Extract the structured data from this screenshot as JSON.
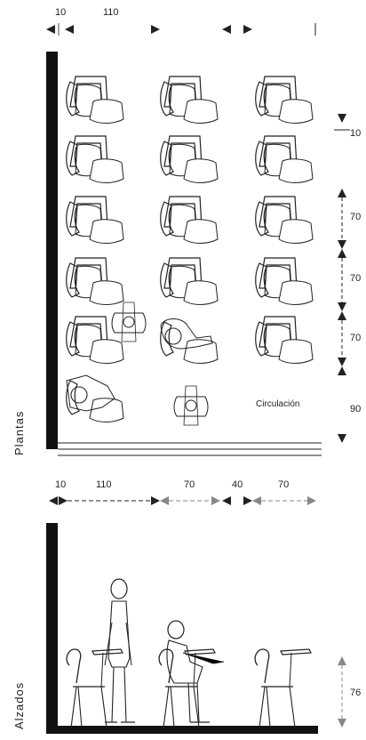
{
  "labels": {
    "plan_section": "Plantas",
    "elevation_section": "Alzados",
    "circulation": "Circulación"
  },
  "top_dims": [
    "10",
    "110"
  ],
  "mid_dims": [
    "10",
    "110",
    "70",
    "40",
    "70"
  ],
  "right_dims": [
    "10",
    "70",
    "70",
    "70",
    "90"
  ],
  "elevation_dim": "76"
}
